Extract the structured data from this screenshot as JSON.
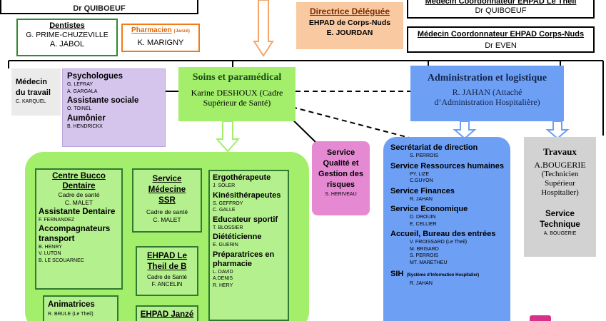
{
  "colors": {
    "green_main": "#a3ee6a",
    "green_light": "#b5f08e",
    "purple": "#d5c5ec",
    "pink": "#e58ad2",
    "blue": "#6d9ff5",
    "blue_light": "#c5d8f8",
    "gray": "#d2d2d2",
    "peach": "#f9c9a2",
    "orange_text": "#e0670a"
  },
  "top": {
    "medecin_quiboeuf_left": "Dr QUIBOEUF",
    "dentistes": {
      "title": "Dentistes",
      "names": [
        "G. PRIME-CHUZEVILLE",
        "A. JABOL"
      ]
    },
    "pharmacien": {
      "title": "Pharmacien",
      "suffix": "(Janzé)",
      "name": "K.  MARIGNY"
    },
    "directrice": {
      "title": "Directrice Déléguée",
      "line1": "EHPAD de Corps-Nuds",
      "name": "E. JOURDAN"
    },
    "medecin_theil": {
      "title": "Médecin Coordonnateur EHPAD Le Theil",
      "name": "Dr QUIBOEUF"
    },
    "medecin_corps": {
      "title": "Médecin Coordonnateur EHPAD Corps-Nuds",
      "name": "Dr EVEN"
    }
  },
  "medecin_travail": {
    "line1": "Médecin",
    "line2": "du travail",
    "name": "C. KARQUEL"
  },
  "psycho_box": {
    "psychologues": "Psychologues",
    "psy_names": [
      "G. LEFRAY",
      "A. GARGALA"
    ],
    "assistante": "Assistante sociale",
    "assistante_name": "O. TOINEL",
    "aumonier": "Aumônier",
    "aumonier_name": "B. HENDRICKX"
  },
  "soins": {
    "title": "Soins et paramédical",
    "line1": "Karine DESHOUX (Cadre",
    "line2": "Supérieur de Santé)"
  },
  "admin": {
    "title": "Administration et logistique",
    "line1": "R. JAHAN (Attaché",
    "line2": "d’Administration Hospitalière)"
  },
  "qualite": {
    "lines": [
      "Service",
      "Qualité et",
      "Gestion des",
      "risques"
    ],
    "name": "S. HERIVEAU"
  },
  "travaux": {
    "title": "Travaux",
    "name": "A.BOUGERIE",
    "role": [
      "(Technicien",
      "Supérieur",
      "Hospitalier)"
    ],
    "service": [
      "Service",
      "Technique"
    ],
    "service_name": "A. BOUGERIE"
  },
  "bucco": {
    "title": [
      "Centre Bucco",
      "Dentaire"
    ],
    "cadre": "Cadre de santé",
    "cadre_name": "C. MALET",
    "assistante": "Assistante Dentaire",
    "assistante_name": "F. FERNANDEZ",
    "accomp": [
      "Accompagnateurs",
      "transport"
    ],
    "accomp_names": [
      "B. HENRY",
      "V. LUTON",
      "B. LE SCOUARNEC"
    ]
  },
  "ssr": {
    "title": [
      "Service",
      "Médecine",
      "SSR"
    ],
    "cadre": "Cadre de santé",
    "name": "C. MALET"
  },
  "ehpad_theil": {
    "title": [
      "EHPAD Le",
      "Theil de B"
    ],
    "cadre": "Cadre de Santé",
    "name": "F. ANCELIN"
  },
  "ehpad_janze": {
    "title": "EHPAD Janzé"
  },
  "animatrices": {
    "title": "Animatrices",
    "name": "R. BRULE  (Le Theil)"
  },
  "ergo": {
    "ergo": "Ergothérapeute",
    "ergo_name": "J. SOLER",
    "kine": "Kinésithérapeutes",
    "kine_names": [
      "S. GEFFROY",
      "C. GALLE"
    ],
    "educ": "Educateur sportif",
    "educ_name": "T. BLOSSIER",
    "diet": "Diététicienne",
    "diet_name": "E. GUERIN",
    "prep": [
      "Préparatrices  en",
      "pharmacie"
    ],
    "prep_names": [
      "L. DAVID",
      "A.DENIS",
      "R. HERY"
    ]
  },
  "admin_list": {
    "items": [
      {
        "title": "Secrétariat de direction",
        "names": [
          "S. PERROIS"
        ]
      },
      {
        "title": "Service Ressources humaines",
        "names": [
          "PY. LIZE",
          "C.GUYON"
        ]
      },
      {
        "title": "Service Finances",
        "names": [
          "R. JAHAN"
        ]
      },
      {
        "title": "Service Economique",
        "names": [
          "D. DROUIN",
          "E. CELLIER"
        ]
      },
      {
        "title": "Accueil, Bureau des entrées",
        "names": [
          "V. FROISSARD (Le  Theil)",
          "M. BRISARD",
          "S. PERROIS",
          "MT. MARETHEU"
        ]
      }
    ],
    "sih_title": "SIH",
    "sih_sub": "(Système d’Information Hospitalier)",
    "sih_name": "R. JAHAN"
  }
}
